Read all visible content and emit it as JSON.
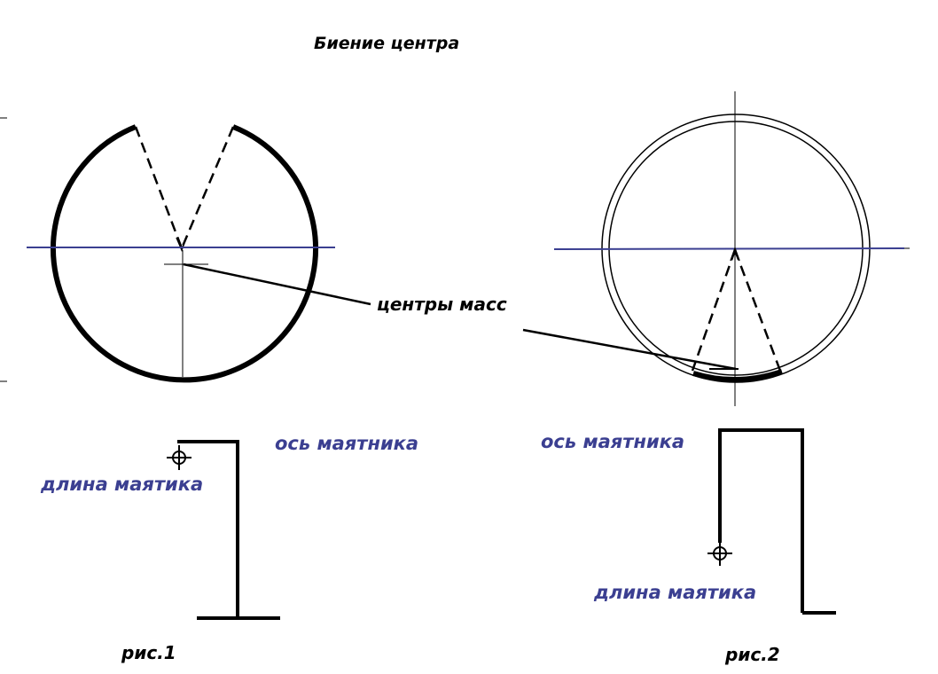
{
  "title": "Биение центра",
  "labels": {
    "centers_of_mass": "центры масс",
    "fig1_axis": "ось маятника",
    "fig1_length": "длина маятика",
    "fig2_axis": "ось маятника",
    "fig2_length": "длина маятика",
    "fig1_caption": "рис.1",
    "fig2_caption": "рис.2"
  },
  "colors": {
    "ink": "#000000",
    "axis_line": "#3b3f91",
    "label_blue": "#3b3f91",
    "background": "#ffffff"
  }
}
